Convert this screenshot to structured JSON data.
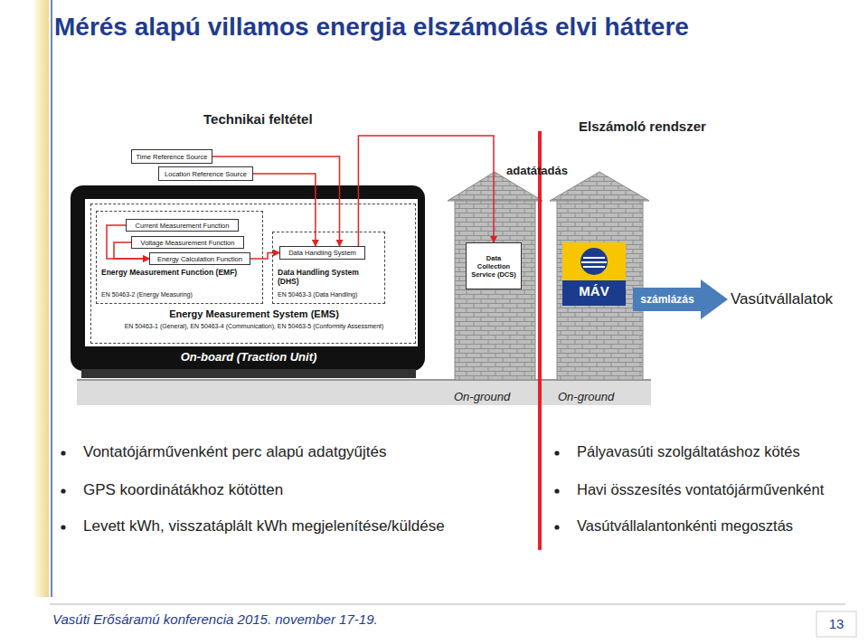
{
  "diagram": {
    "title": "Mérés alapú villamos energia elszámolás elvi háttere",
    "nodes": [
      {
        "text": [
          "Time Reference Source"
        ]
      },
      {
        "text": [
          "Location Reference Source"
        ]
      },
      {
        "text": [
          "On-board (Traction Unit)"
        ]
      },
      {
        "text": [
          "Energy Measurement System (EMS)",
          "EN 50463-1 (General), EN 50463-4 (Communication), EN 50463-5 (Conformity Assessment)"
        ],
        "in": 2
      },
      {
        "text": [
          "Energy Measurement Function (EMF)",
          "EN 50463-2 (Energy Measuring)"
        ],
        "in": 3
      },
      {
        "text": [
          "Current Measurement Function"
        ],
        "in": 4
      },
      {
        "text": [
          "Voltage Measurement Function"
        ],
        "in": 4
      },
      {
        "text": [
          "Energy Calculation Function"
        ],
        "in": 4
      },
      {
        "text": [
          "Data Handling System (DHS)",
          "EN 50463-3 (Data Handling)"
        ],
        "in": 3
      },
      {
        "text": [
          "Data Handling System"
        ],
        "in": 8
      },
      {
        "text": [
          "On-ground"
        ]
      },
      {
        "text": [
          "Data Collection Service (DCS)"
        ],
        "in": 10
      },
      {
        "text": [
          "On-ground"
        ]
      },
      {
        "text": [
          "MÁV"
        ],
        "in": 12
      },
      {
        "text": [
          "Vasútvállalatok"
        ]
      }
    ],
    "edges": [
      {
        "from": 0,
        "to": 9,
        "arrow": "to"
      },
      {
        "from": 1,
        "to": 9,
        "arrow": "to"
      },
      {
        "from": 9,
        "to": 11,
        "arrow": "to"
      },
      {
        "from": 5,
        "to": 7,
        "arrow": "to"
      },
      {
        "from": 6,
        "to": 7,
        "arrow": "to"
      },
      {
        "from": 7,
        "to": 9,
        "arrow": "to"
      },
      {
        "from": 13,
        "to": 14,
        "label": "számlázás",
        "arrow": "to"
      }
    ],
    "labels": [
      "Technikai feltétel",
      "Elszámoló rendszer",
      "adatátadás",
      "Vontatójárművenként perc alapú adatgyűjtés",
      "GPS koordinátákhoz kötötten",
      "Levett kWh, visszatáplált kWh megjelenítése/küldése",
      "Pályavasúti szolgáltatáshoz kötés",
      "Havi összesítés vontatójárművenként",
      "Vasútvállalantonkénti megosztás",
      "Vasúti Erősáramú konferencia 2015. november 17-19.",
      "13"
    ]
  }
}
